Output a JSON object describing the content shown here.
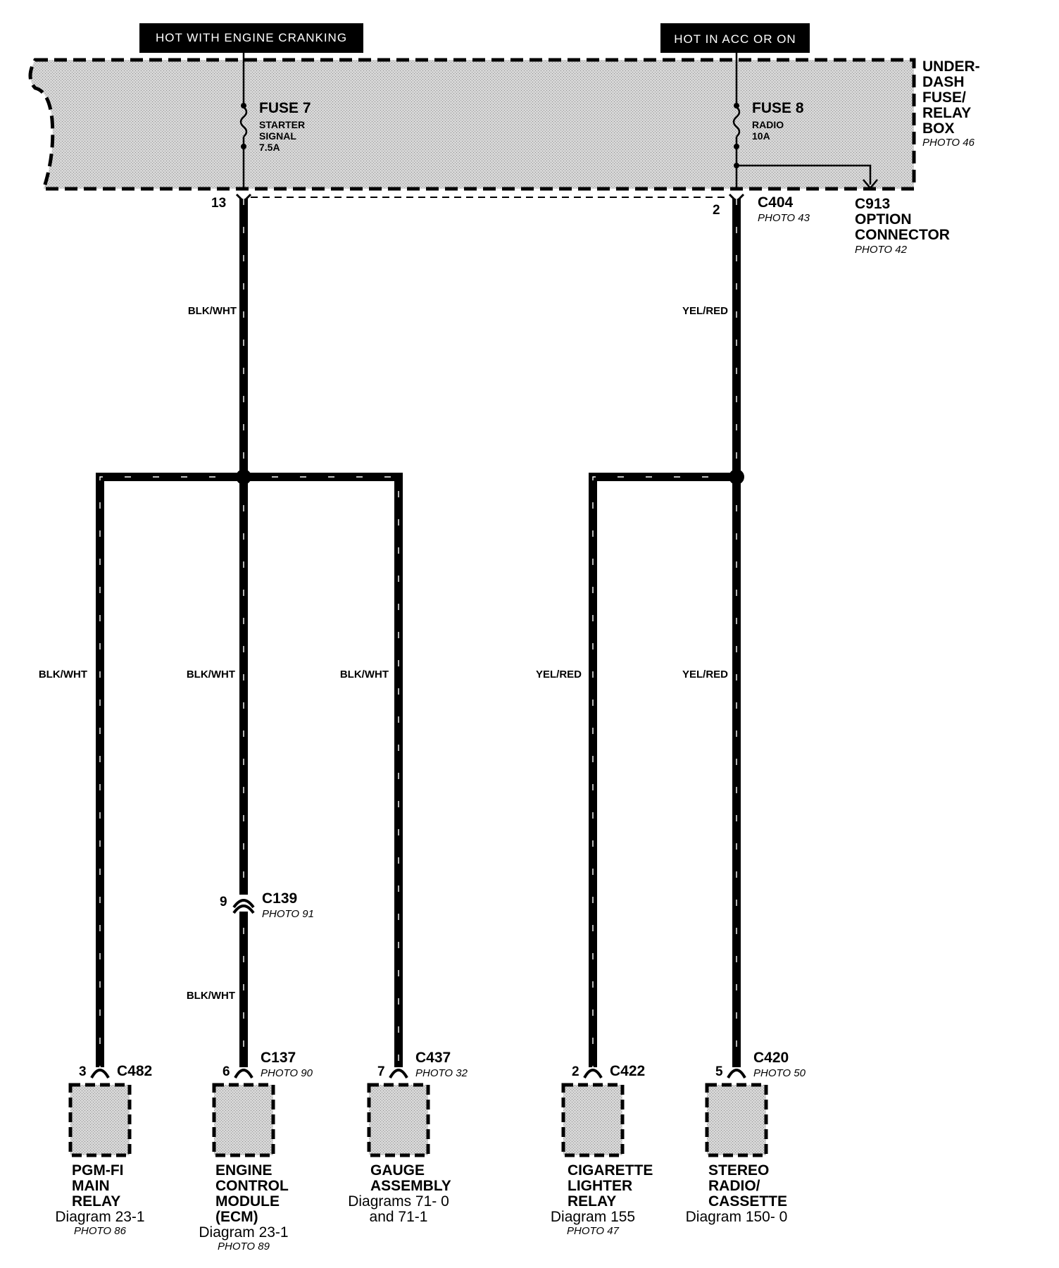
{
  "power_sources": {
    "left": "HOT WITH ENGINE CRANKING",
    "right": "HOT IN ACC OR ON"
  },
  "fuse_box": {
    "lines": [
      "UNDER-",
      "DASH",
      "FUSE/",
      "RELAY",
      "BOX"
    ],
    "photo": "PHOTO 46"
  },
  "fuses": [
    {
      "name": "FUSE 7",
      "desc": [
        "STARTER",
        "SIGNAL",
        "7.5A"
      ]
    },
    {
      "name": "FUSE 8",
      "desc": [
        "RADIO",
        "10A"
      ]
    }
  ],
  "top_connectors": {
    "left_pin": "13",
    "right_pin": "2",
    "c404": {
      "name": "C404",
      "photo": "PHOTO 43"
    },
    "c913": {
      "lines": [
        "C913",
        "OPTION",
        "CONNECTOR"
      ],
      "photo": "PHOTO 42"
    }
  },
  "wires": {
    "left_trunk": "BLK/WHT",
    "right_trunk": "YEL/RED",
    "branch1": "BLK/WHT",
    "branch2_upper": "BLK/WHT",
    "branch2_lower": "BLK/WHT",
    "branch3": "BLK/WHT",
    "branch4": "YEL/RED",
    "branch5": "YEL/RED"
  },
  "inline_connector": {
    "pin": "9",
    "name": "C139",
    "photo": "PHOTO 91"
  },
  "components": [
    {
      "pin": "3",
      "connector": "C482",
      "connector_photo": "",
      "lines": [
        "PGM-FI",
        "MAIN",
        "RELAY"
      ],
      "diagram": [
        "Diagram 23-1"
      ],
      "photo": "PHOTO 86"
    },
    {
      "pin": "6",
      "connector": "C137",
      "connector_photo": "PHOTO 90",
      "lines": [
        "ENGINE",
        "CONTROL",
        "MODULE",
        "(ECM)"
      ],
      "diagram": [
        "Diagram 23-1"
      ],
      "photo": "PHOTO 89"
    },
    {
      "pin": "7",
      "connector": "C437",
      "connector_photo": "PHOTO 32",
      "lines": [
        "GAUGE",
        "ASSEMBLY"
      ],
      "diagram": [
        "Diagrams 71- 0",
        "and 71-1"
      ],
      "photo": ""
    },
    {
      "pin": "2",
      "connector": "C422",
      "connector_photo": "",
      "lines": [
        "CIGARETTE",
        "LIGHTER",
        "RELAY"
      ],
      "diagram": [
        "Diagram 155"
      ],
      "photo": "PHOTO 47"
    },
    {
      "pin": "5",
      "connector": "C420",
      "connector_photo": "PHOTO 50",
      "lines": [
        "STEREO",
        "RADIO/",
        "CASSETTE"
      ],
      "diagram": [
        "Diagram 150- 0"
      ],
      "photo": ""
    }
  ]
}
